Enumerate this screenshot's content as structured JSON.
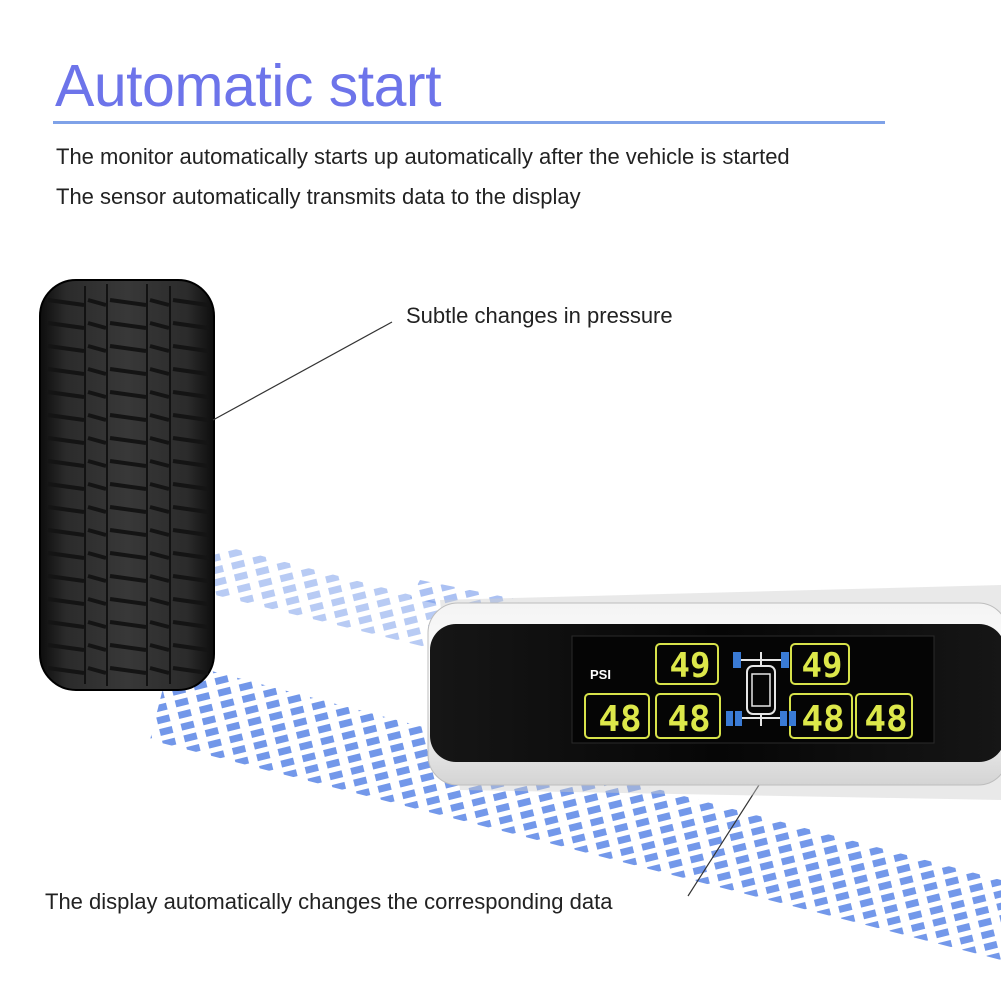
{
  "heading": {
    "title": "Automatic start",
    "lines": [
      "The monitor automatically starts up automatically after the vehicle is started",
      "The sensor automatically transmits data to the display"
    ]
  },
  "callouts": {
    "tire": "Subtle changes in pressure",
    "display": "The display automatically changes the corresponding data"
  },
  "monitor": {
    "unit": "PSI",
    "front_left": "49",
    "front_right": "49",
    "rear_left_outer": "48",
    "rear_left_inner": "48",
    "rear_right_inner": "48",
    "rear_right_outer": "48"
  },
  "colors": {
    "title": "#6d74ea",
    "tracks": "#5a86e6",
    "lcd_digits": "#dde84a",
    "tire_rubber": "#1f1f1f"
  }
}
